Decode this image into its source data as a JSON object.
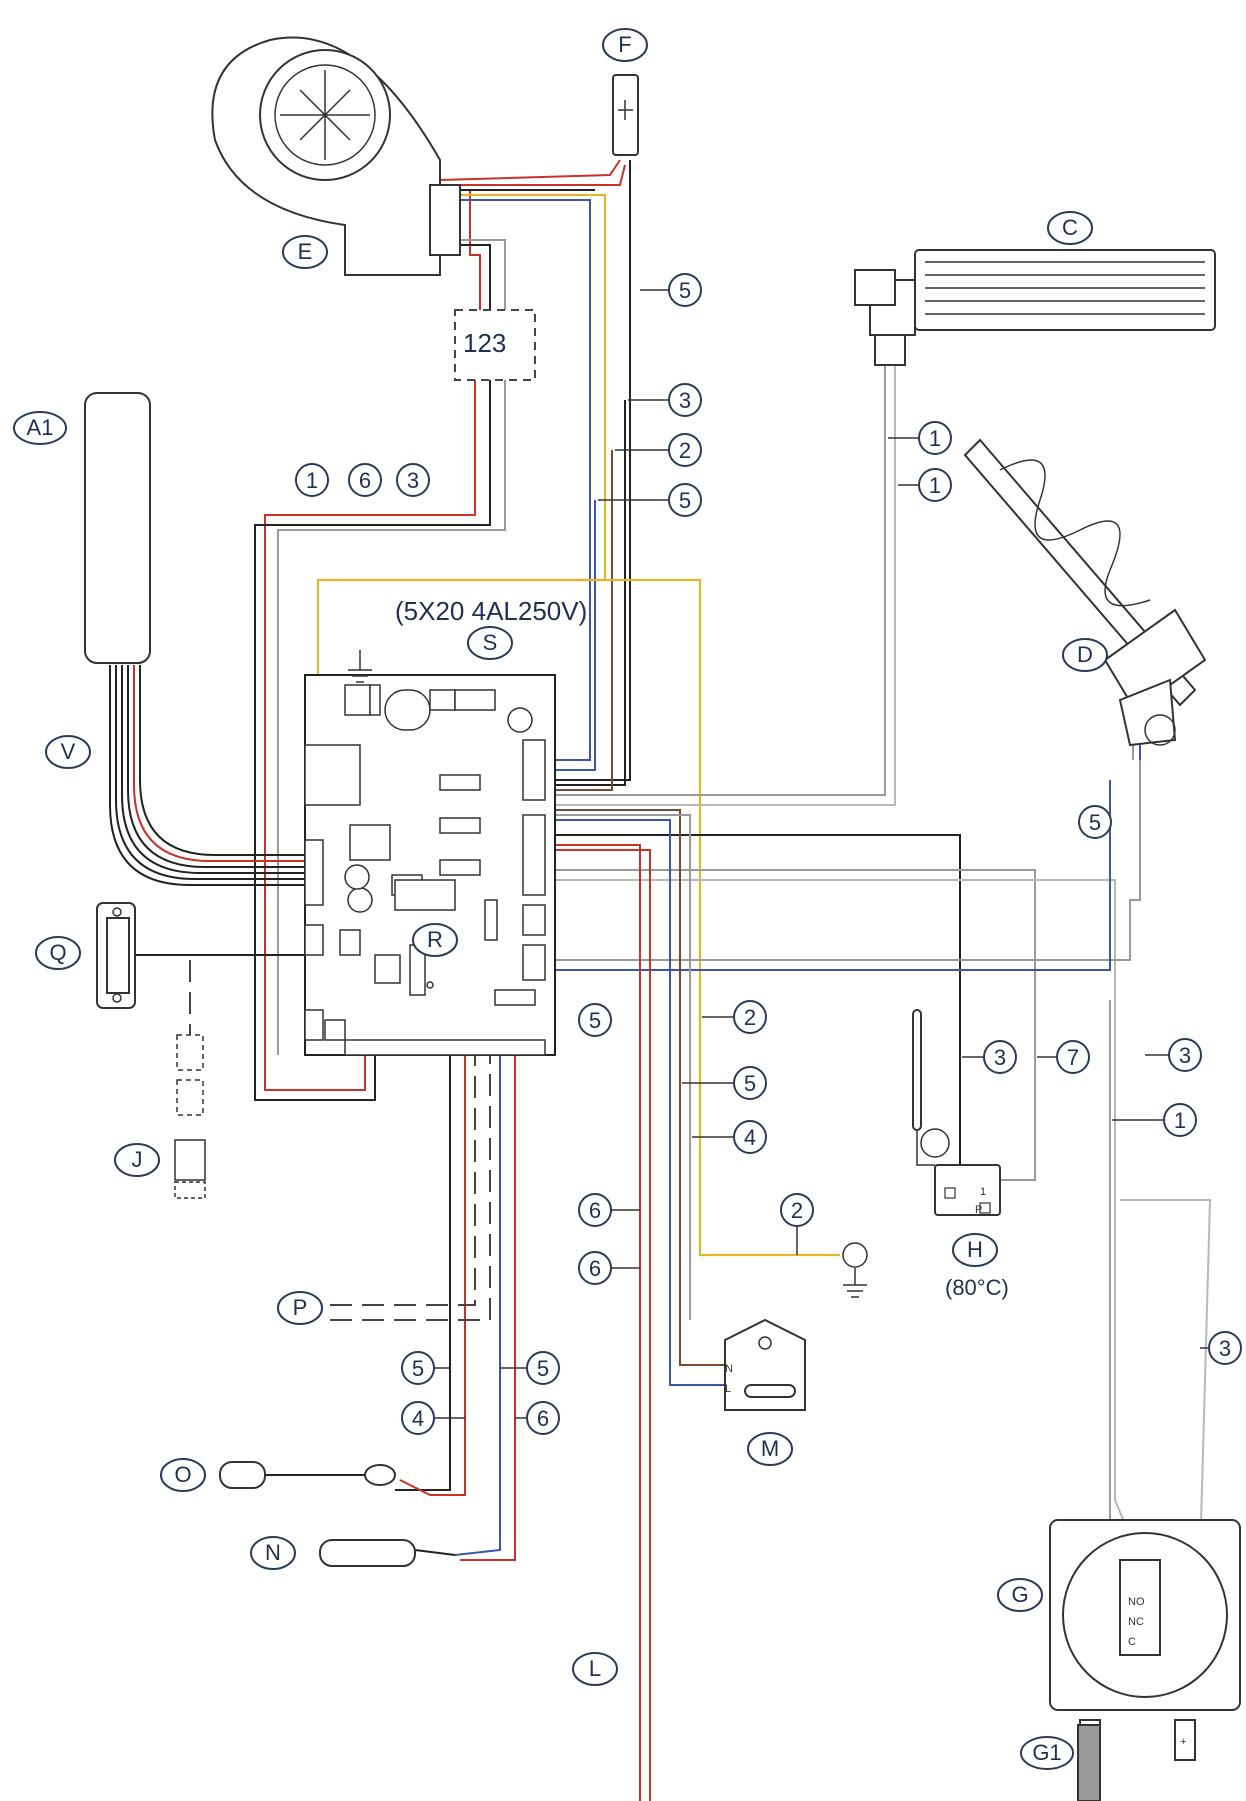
{
  "fuse_note": "(5X20 4AL250V)",
  "thermostat_note": "(80°C)",
  "terminal_block": "123",
  "components": {
    "A1": "A1",
    "C": "C",
    "D": "D",
    "E": "E",
    "F": "F",
    "G": "G",
    "G1": "G1",
    "H": "H",
    "J": "J",
    "L": "L",
    "M": "M",
    "N": "N",
    "O": "O",
    "P": "P",
    "Q": "Q",
    "R": "R",
    "S": "S",
    "V": "V"
  },
  "wire_numbers": [
    "1",
    "2",
    "3",
    "4",
    "5",
    "6",
    "7"
  ],
  "switch_labels": {
    "no": "NO",
    "nc": "NC",
    "c": "C"
  },
  "thermostat_pins": {
    "pin1": "1",
    "pinP": "P"
  },
  "mains": {
    "n": "N",
    "l": "L"
  },
  "pressure_ports": {
    "minus": "-",
    "plus": "+"
  }
}
